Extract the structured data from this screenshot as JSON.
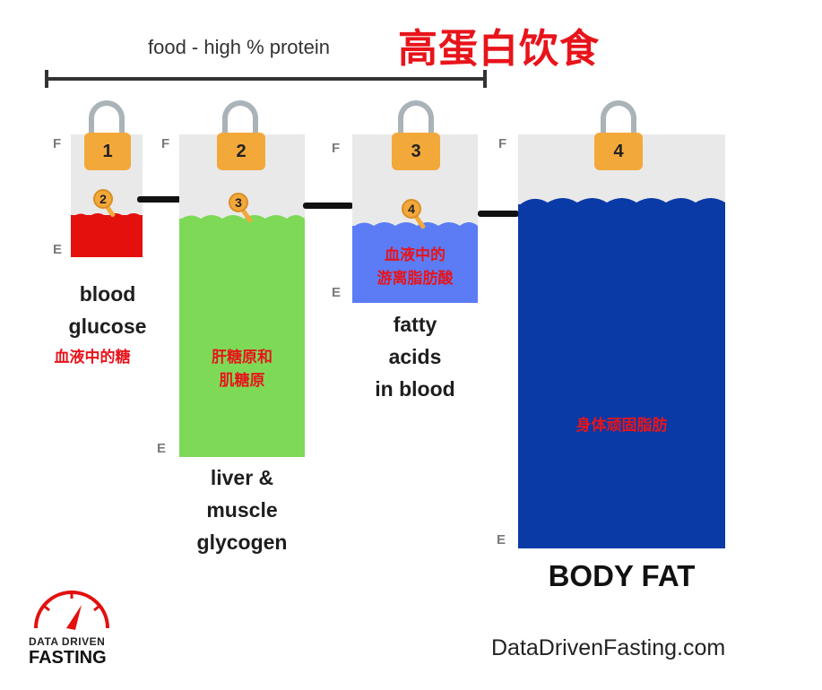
{
  "header": {
    "food_label": "food - high % protein",
    "title_cn": "高蛋白饮食"
  },
  "tanks": [
    {
      "lock": "1",
      "key": "2",
      "full_label": "F",
      "empty_label": "E",
      "color": "#e3100e",
      "name_en_lines": [
        "blood",
        "glucose"
      ],
      "name_cn_lines": [
        "血液中的糖"
      ]
    },
    {
      "lock": "2",
      "key": "3",
      "full_label": "F",
      "empty_label": "E",
      "color": "#7ed957",
      "name_en_lines": [
        "liver &",
        "muscle",
        "glycogen"
      ],
      "name_cn_lines": [
        "肝糖原和",
        "肌糖原"
      ]
    },
    {
      "lock": "3",
      "key": "4",
      "full_label": "F",
      "empty_label": "E",
      "color": "#5b7cf5",
      "name_en_lines": [
        "fatty",
        "acids",
        "in blood"
      ],
      "name_cn_lines": [
        "血液中的",
        "游离脂肪酸"
      ]
    },
    {
      "lock": "4",
      "full_label": "F",
      "empty_label": "E",
      "color": "#0a3aa6",
      "name_en_lines": [
        "BODY FAT"
      ],
      "name_cn_lines": [
        "身体顽固脂肪"
      ]
    }
  ],
  "logo": {
    "line1": "DATA DRIVEN",
    "line2": "FASTING",
    "accent": "#e3100e"
  },
  "footer": {
    "url": "DataDrivenFasting.com"
  }
}
